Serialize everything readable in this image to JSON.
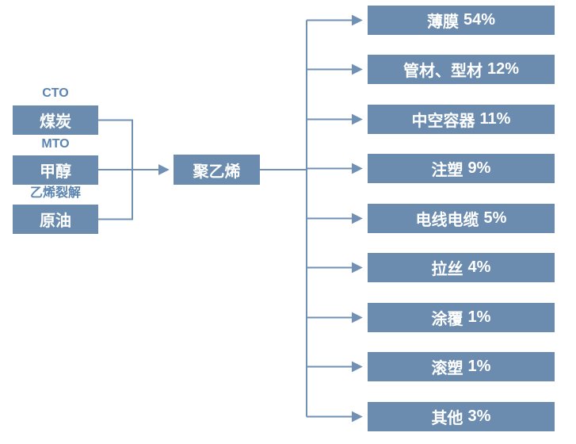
{
  "colors": {
    "box": "#6b8cae",
    "line": "#7090b4",
    "label_text": "#5b84b0",
    "box_text": "#ffffff"
  },
  "sources": [
    {
      "process": "CTO",
      "label": "煤炭"
    },
    {
      "process": "MTO",
      "label": "甲醇"
    },
    {
      "process": "乙烯裂解",
      "label": "原油"
    }
  ],
  "product": {
    "label": "聚乙烯"
  },
  "applications": [
    {
      "name": "薄膜",
      "share": "54%"
    },
    {
      "name": "管材、型材",
      "share": "12%"
    },
    {
      "name": "中空容器",
      "share": "11%"
    },
    {
      "name": "注塑",
      "share": "9%"
    },
    {
      "name": "电线电缆",
      "share": "5%"
    },
    {
      "name": "拉丝",
      "share": "4%"
    },
    {
      "name": "涂覆",
      "share": "1%"
    },
    {
      "name": "滚塑",
      "share": "1%"
    },
    {
      "name": "其他",
      "share": "3%"
    }
  ]
}
